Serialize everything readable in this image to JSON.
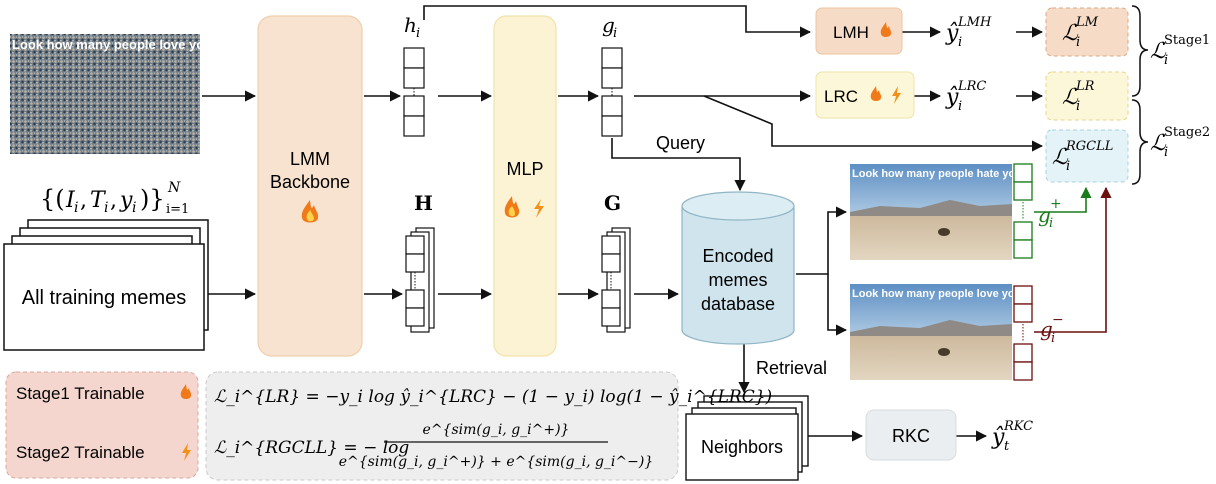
{
  "meme_top": {
    "caption": "Look how many people love you"
  },
  "dataset_label": "{(I_i, T_i, y_i)}_{i=1}^{N}",
  "training_memes": "All training memes",
  "backbone": {
    "line1": "LMM",
    "line2": "Backbone"
  },
  "mlp": {
    "label": "MLP"
  },
  "vectors": {
    "h": "h",
    "h_sub": "i",
    "H": "H",
    "g": "g",
    "g_sub": "i",
    "G": "G"
  },
  "heads": {
    "lmh": "LMH",
    "lrc": "LRC",
    "rkc": "RKC"
  },
  "outputs": {
    "y_lmh": "ŷ",
    "y_lmh_sub": "i",
    "y_lmh_sup": "LMH",
    "y_lrc": "ŷ",
    "y_lrc_sub": "i",
    "y_lrc_sup": "LRC",
    "y_rkc": "ŷ",
    "y_rkc_sub": "t",
    "y_rkc_sup": "RKC"
  },
  "losses": {
    "lm": "ℒ",
    "lm_sub": "i",
    "lm_sup": "LM",
    "lr": "ℒ",
    "lr_sub": "i",
    "lr_sup": "LR",
    "rgcll": "ℒ",
    "rgcll_sub": "i",
    "rgcll_sup": "RGCLL",
    "stage1": "ℒ",
    "stage1_sub": "i",
    "stage1_sup": "Stage1",
    "stage2": "ℒ",
    "stage2_sub": "i",
    "stage2_sup": "Stage2"
  },
  "query": "Query",
  "database": {
    "line1": "Encoded",
    "line2": "memes",
    "line3": "database"
  },
  "retrieval": "Retrieval",
  "neighbors": "Neighbors",
  "pos_meme": {
    "caption": "Look how many people hate you"
  },
  "neg_meme": {
    "caption": "Look how many people love you"
  },
  "g_pos": {
    "base": "g",
    "sub": "i",
    "sup": "+"
  },
  "g_neg": {
    "base": "g",
    "sub": "i",
    "sup": "−"
  },
  "legend": {
    "stage1": "Stage1 Trainable",
    "stage2": "Stage2 Trainable"
  },
  "formulas": {
    "lr": "ℒ_i^{LR} = −y_i log ŷ_i^{LRC} − (1 − y_i) log(1 − ŷ_i^{LRC})",
    "rgcll_lhs": "ℒ_i^{RGCLL} = − log",
    "rgcll_num": "e^{sim(g_i, g_i^+)}",
    "rgcll_den": "e^{sim(g_i, g_i^+)} + e^{sim(g_i, g_i^−)}"
  },
  "colors": {
    "backbone_fill": "#f7e3cf",
    "mlp_fill": "#fbf3d4",
    "lmh_fill": "#f6dcc6",
    "lrc_fill": "#fdf7d9",
    "rgcll_fill": "#e4f3f8",
    "db_fill": "#cfe4ec",
    "legend_fill": "#f5d6cf",
    "formula_fill": "#eeeeee",
    "rkc_fill": "#eaeef0",
    "pos_color": "#1b7a1b",
    "neg_color": "#6b0f0f"
  }
}
